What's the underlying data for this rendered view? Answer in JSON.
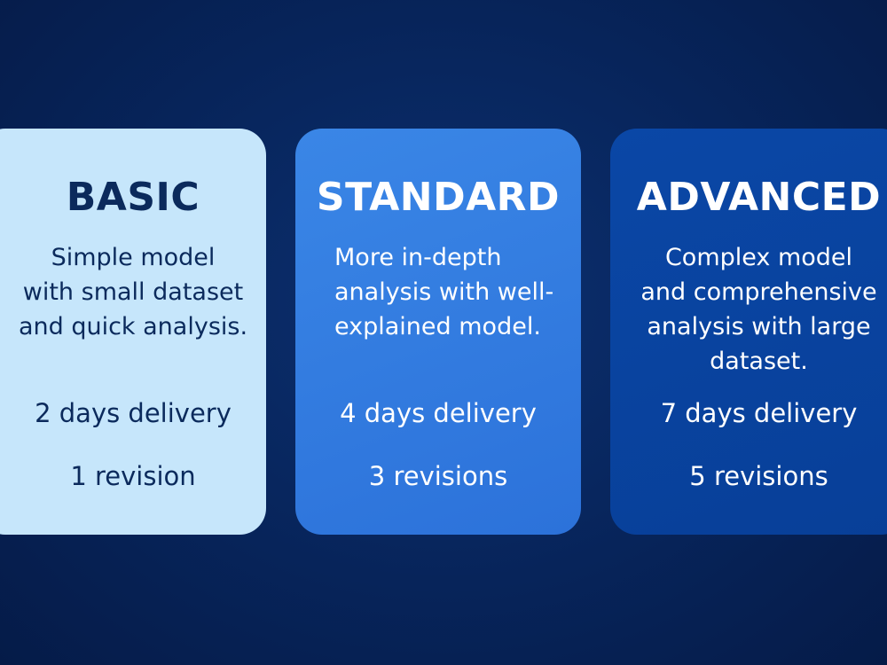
{
  "plans": [
    {
      "title": "BASIC",
      "description_lines": [
        "Simple model",
        "with small dataset",
        "and quick analysis."
      ],
      "delivery": "2 days delivery",
      "revisions": "1 revision",
      "background": "#c6e6fb",
      "text_color": "#0b2a5c"
    },
    {
      "title": "STANDARD",
      "description_lines": [
        "More in-depth",
        "analysis with well-",
        "explained model."
      ],
      "delivery": "4 days delivery",
      "revisions": "3 revisions",
      "background": "#3a86e6",
      "text_color": "#ffffff"
    },
    {
      "title": "ADVANCED",
      "description_lines": [
        "Complex model",
        "and comprehensive",
        "analysis with large",
        "dataset."
      ],
      "delivery": "7 days delivery",
      "revisions": "5 revisions",
      "background": "#0a47a6",
      "text_color": "#ffffff"
    }
  ],
  "page": {
    "background": "#07245a"
  }
}
